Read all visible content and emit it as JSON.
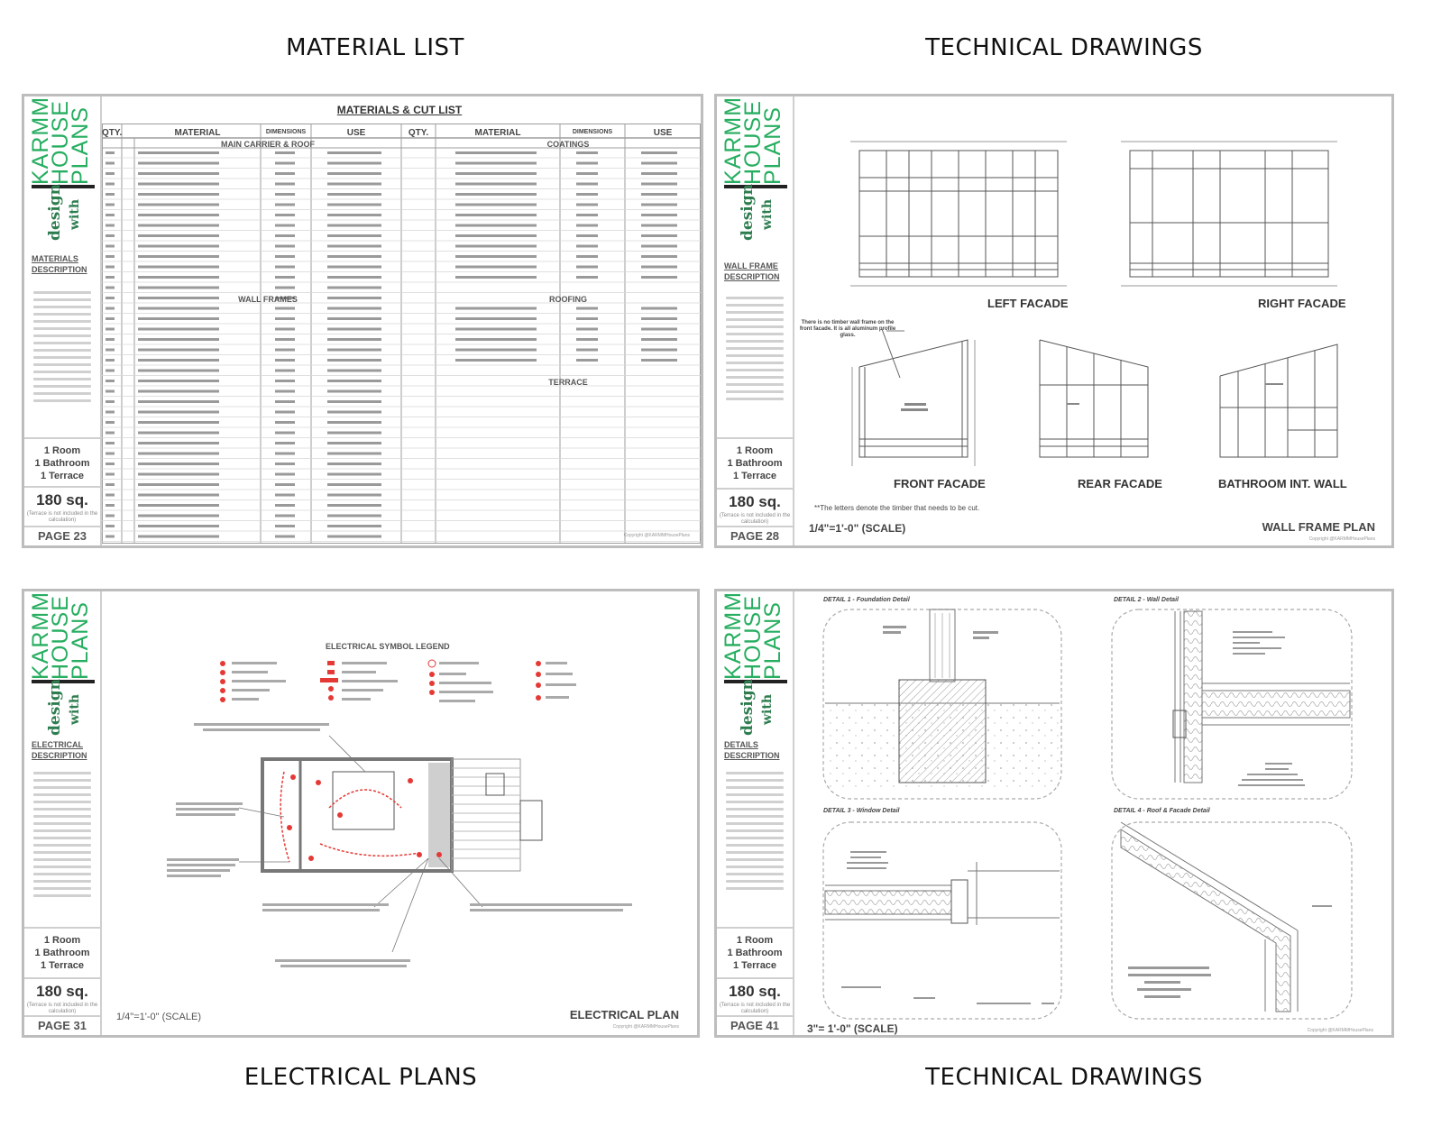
{
  "captions": {
    "top_left": "MATERIAL LIST",
    "top_right": "TECHNICAL DRAWINGS",
    "bottom_left": "ELECTRICAL PLANS",
    "bottom_right": "TECHNICAL DRAWINGS"
  },
  "brand": {
    "line1": "KARMM",
    "line2": "HOUSE",
    "line3": "PLANS",
    "design": "design",
    "with": "with",
    "accent_color": "#27ae60"
  },
  "common": {
    "rooms": "1 Room",
    "bathroom": "1 Bathroom",
    "terrace": "1 Terrace",
    "area": "180 sq.",
    "area_note": "(Terrace is not included in the calculation)",
    "copyright": "Copyright @KARMMHousePlans"
  },
  "sheet1": {
    "desc_title": "MATERIALS DESCRIPTION",
    "page": "PAGE 23",
    "table_title": "MATERIALS & CUT LIST",
    "headers": [
      "QTY.",
      "MATERIAL",
      "DIMENSIONS",
      "USE",
      "QTY.",
      "MATERIAL",
      "DIMENSIONS",
      "USE"
    ],
    "sections": {
      "main_carrier": "MAIN CARRIER & ROOF",
      "wall_frames": "WALL FRAMES",
      "coatings": "COATINGS",
      "roofing": "ROOFING",
      "terrace": "TERRACE"
    }
  },
  "sheet2": {
    "desc_title": "WALL FRAME DESCRIPTION",
    "page": "PAGE 28",
    "labels": {
      "left": "LEFT FACADE",
      "right": "RIGHT FACADE",
      "front": "FRONT FACADE",
      "rear": "REAR FACADE",
      "bath": "BATHROOM INT. WALL"
    },
    "note_front": "There is no timber wall frame on the front facade. It is all aluminum profile glass.",
    "footnote": "**The letters denote the timber that needs to be cut.",
    "scale": "1/4\"=1'-0\" (SCALE)",
    "plan_title": "WALL FRAME PLAN"
  },
  "sheet3": {
    "desc_title": "ELECTRICAL DESCRIPTION",
    "page": "PAGE 31",
    "legend_title": "ELECTRICAL SYMBOL LEGEND",
    "scale": "1/4\"=1'-0\" (SCALE)",
    "plan_title": "ELECTRICAL PLAN",
    "symbol_color": "#e53935"
  },
  "sheet4": {
    "desc_title": "DETAILS DESCRIPTION",
    "page": "PAGE 41",
    "details": [
      "DETAIL 1 - Foundation Detail",
      "DETAIL 2 - Wall Detail",
      "DETAIL 3 - Window Detail",
      "DETAIL 4 - Roof & Facade Detail"
    ],
    "scale": "3\"= 1'-0\" (SCALE)"
  }
}
